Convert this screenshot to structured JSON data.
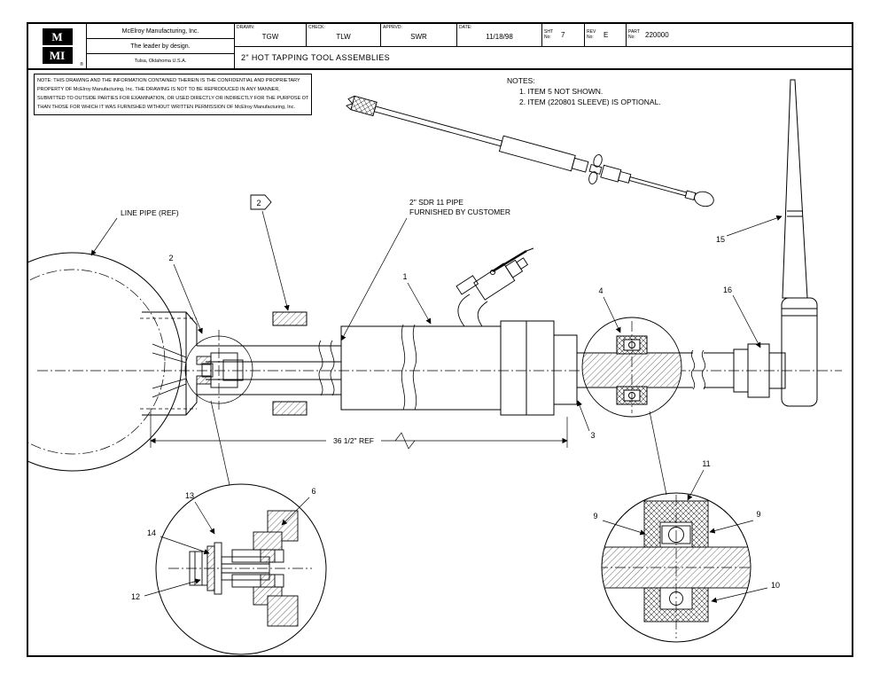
{
  "page": {
    "bg": "#ffffff",
    "ink": "#000000"
  },
  "title_block": {
    "logo": {
      "top": "M",
      "bottom": "MI",
      "registered": "®"
    },
    "company": "McElroy Manufacturing, Inc.",
    "tagline": "The leader by design.",
    "location": "Tulsa, Oklahoma U.S.A.",
    "fields": [
      {
        "label": "DRAWN:",
        "value": "TGW"
      },
      {
        "label": "CHECK:",
        "value": "TLW"
      },
      {
        "label": "APPRVD:",
        "value": "SWR"
      },
      {
        "label": "DATE:",
        "value": "11/18/98"
      },
      {
        "label": "SHT No:",
        "value": "7"
      },
      {
        "label": "REV No:",
        "value": "E"
      },
      {
        "label": "PART No:",
        "value": "220000"
      }
    ],
    "drawing_title": "2\" HOT TAPPING TOOL ASSEMBLIES"
  },
  "proprietary_note": {
    "lines": [
      "NOTE: THIS DRAWING AND THE INFORMATION CONTAINED THEREIN IS THE CONFIDENTIAL AND PROPRIETARY",
      "PROPERTY OF McElroy Manufacturing, Inc. THE DRAWING IS NOT TO BE REPRODUCED IN ANY MANNER,",
      "SUBMITTED TO OUTSIDE PARTIES FOR EXAMINATION, OR USED DIRECTLY OR INDIRECTLY FOR THE PURPOSE OTHER",
      "THAN THOSE FOR WHICH IT WAS FURNISHED WITHOUT WRITTEN PERMISSION OF McElroy Manufacturing, Inc."
    ]
  },
  "notes": {
    "heading": "NOTES:",
    "items": [
      "1. ITEM 5 NOT SHOWN.",
      "2. ITEM (220801 SLEEVE) IS OPTIONAL."
    ]
  },
  "annotations": {
    "line_pipe": "LINE PIPE (REF)",
    "customer_pipe_line1": "2\" SDR 11  PIPE",
    "customer_pipe_line2": "FURNISHED BY CUSTOMER",
    "dimension": "36 1/2\" REF"
  },
  "callouts": {
    "flag_2": "2",
    "b1": "1",
    "b2": "2",
    "b3": "3",
    "b4": "4",
    "b6": "6",
    "b9_left": "9",
    "b9_right": "9",
    "b10": "10",
    "b11": "11",
    "b12": "12",
    "b13": "13",
    "b14": "14",
    "b15": "15",
    "b16": "16"
  }
}
